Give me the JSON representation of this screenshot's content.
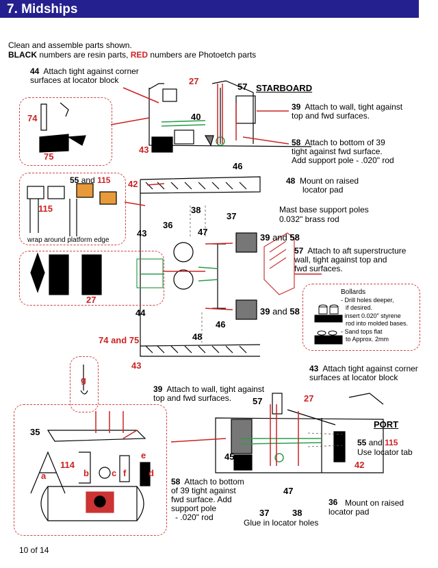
{
  "header": {
    "title": "7. Midships"
  },
  "intro": {
    "line1": "Clean and assemble parts shown.",
    "line2_black": "BLACK",
    "line2_mid": " numbers are resin parts, ",
    "line2_red": "RED",
    "line2_end": " numbers are Photoetch parts"
  },
  "labels": {
    "starboard": "STARBOARD",
    "port": "PORT",
    "c44_top_num": "44",
    "c44_top_a": "Attach tight against corner",
    "c44_top_b": "surfaces at locator block",
    "n74": "74",
    "n75": "75",
    "n27a": "27",
    "n57a": "57",
    "n40": "40",
    "n43a": "43",
    "c39a_num": "39",
    "c39a_a": "Attach to wall, tight against",
    "c39a_b": "top and fwd surfaces.",
    "c58a_num": "58",
    "c58a_a": "Attach to bottom of 39",
    "c58a_b": "tight against fwd surface.",
    "c58a_c": "Add support pole - .020\" rod",
    "n46a": "46",
    "c48_num": "48",
    "c48_a": "Mount on raised",
    "c48_b": "locator pad",
    "mast_a": "Mast base support poles",
    "mast_b": "0.032\" brass rod",
    "box2_55": "55",
    "box2_and": " and ",
    "box2_115": "115",
    "box2_115b": "115",
    "box2_wrap": "wrap around platform edge",
    "n42a": "42",
    "n38a": "38",
    "n37a": "37",
    "n36a": "36",
    "n47a": "47",
    "n43b": "43",
    "n39_58_a": "39",
    "and_a": " and ",
    "n58_a": "58",
    "c57_num": "57",
    "c57_a": "Attach to aft superstructure",
    "c57_b": "wall, tight against top and",
    "c57_c": "fwd surfaces.",
    "n27b": "27",
    "n39_58_b": "39",
    "and_b": " and ",
    "n58_b": "58",
    "bollards_title": "Bollards",
    "bollards_1": "- Drill holes deeper,",
    "bollards_2": "if desired.",
    "bollards_3": "- insert 0.020\" styrene",
    "bollards_4": "rod into molded bases.",
    "bollards_5": "- Sand tops flat",
    "bollards_6": "to Approx. 2mm",
    "n44b": "44",
    "n46b": "46",
    "n48b": "48",
    "n74_75": "74 and 75",
    "n43c": "43",
    "c43_num": "43",
    "c43_a": "Attach tight against corner",
    "c43_b": "surfaces at locator block",
    "c39b_num": "39",
    "c39b_a": "Attach to wall, tight against",
    "c39b_b": "top and fwd surfaces.",
    "n57b": "57",
    "n27c": "27",
    "c55_num": "55",
    "c55_and": " and ",
    "c55_115": "115",
    "c55_a": "Use locator tab",
    "n42b": "42",
    "n45": "45",
    "n47b": "47",
    "c36_num": "36",
    "c36_a": "Mount on raised",
    "c36_b": "locator pad",
    "c58b_num": "58",
    "c58b_a": "Attach to bottom",
    "c58b_b": "of 39 tight against",
    "c58b_c": "fwd surface. Add",
    "c58b_d": "support pole",
    "c58b_e": "- .020\" rod",
    "c37_num": "37",
    "c38_num": "38",
    "glue": "Glue in locator holes",
    "ng": "g",
    "n35": "35",
    "n114": "114",
    "na": "a",
    "nb": "b",
    "nc": "c",
    "nd": "d",
    "ne": "e",
    "nf": "f"
  },
  "footer": {
    "page": "10 of 14"
  }
}
